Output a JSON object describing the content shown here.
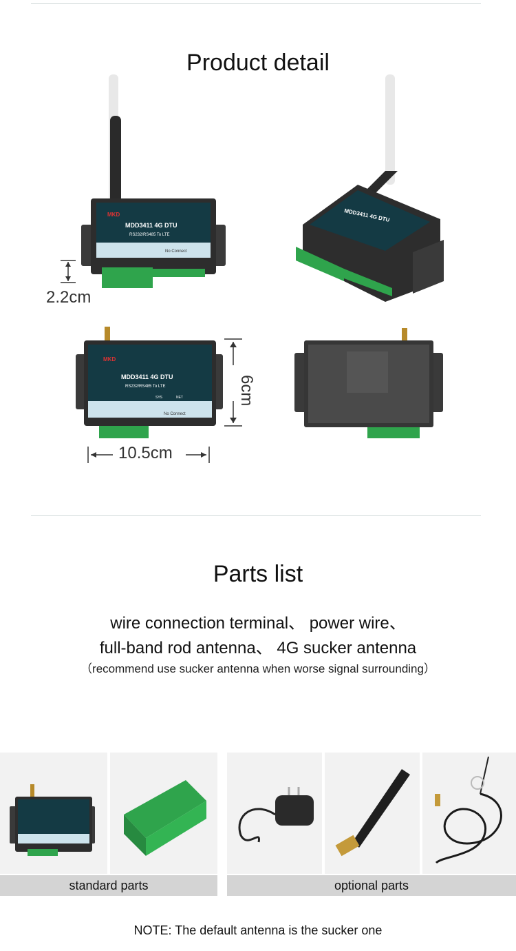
{
  "sections": {
    "detail_title": "Product detail",
    "parts_title": "Parts list"
  },
  "device": {
    "brand": "MKD",
    "model": "MDD3411 4G DTU",
    "subtitle": "RS232/RS485 To LTE",
    "status": "No Connect",
    "led_sys": "SYS",
    "led_net": "NET"
  },
  "dimensions": {
    "height": "2.2cm",
    "depth": "6cm",
    "width": "10.5cm"
  },
  "parts": {
    "line1": "wire connection terminal、 power wire、",
    "line2": "full-band rod antenna、 4G sucker antenna",
    "note": "（recommend use sucker antenna when worse signal surrounding）"
  },
  "captions": {
    "standard": "standard parts",
    "optional": "optional parts"
  },
  "footer_note": "NOTE: The default antenna is the sucker one",
  "colors": {
    "device_panel": "#143a44",
    "device_body": "#2d2d2d",
    "terminal_green": "#2fa44c",
    "caption_bar": "#d4d4d4"
  }
}
